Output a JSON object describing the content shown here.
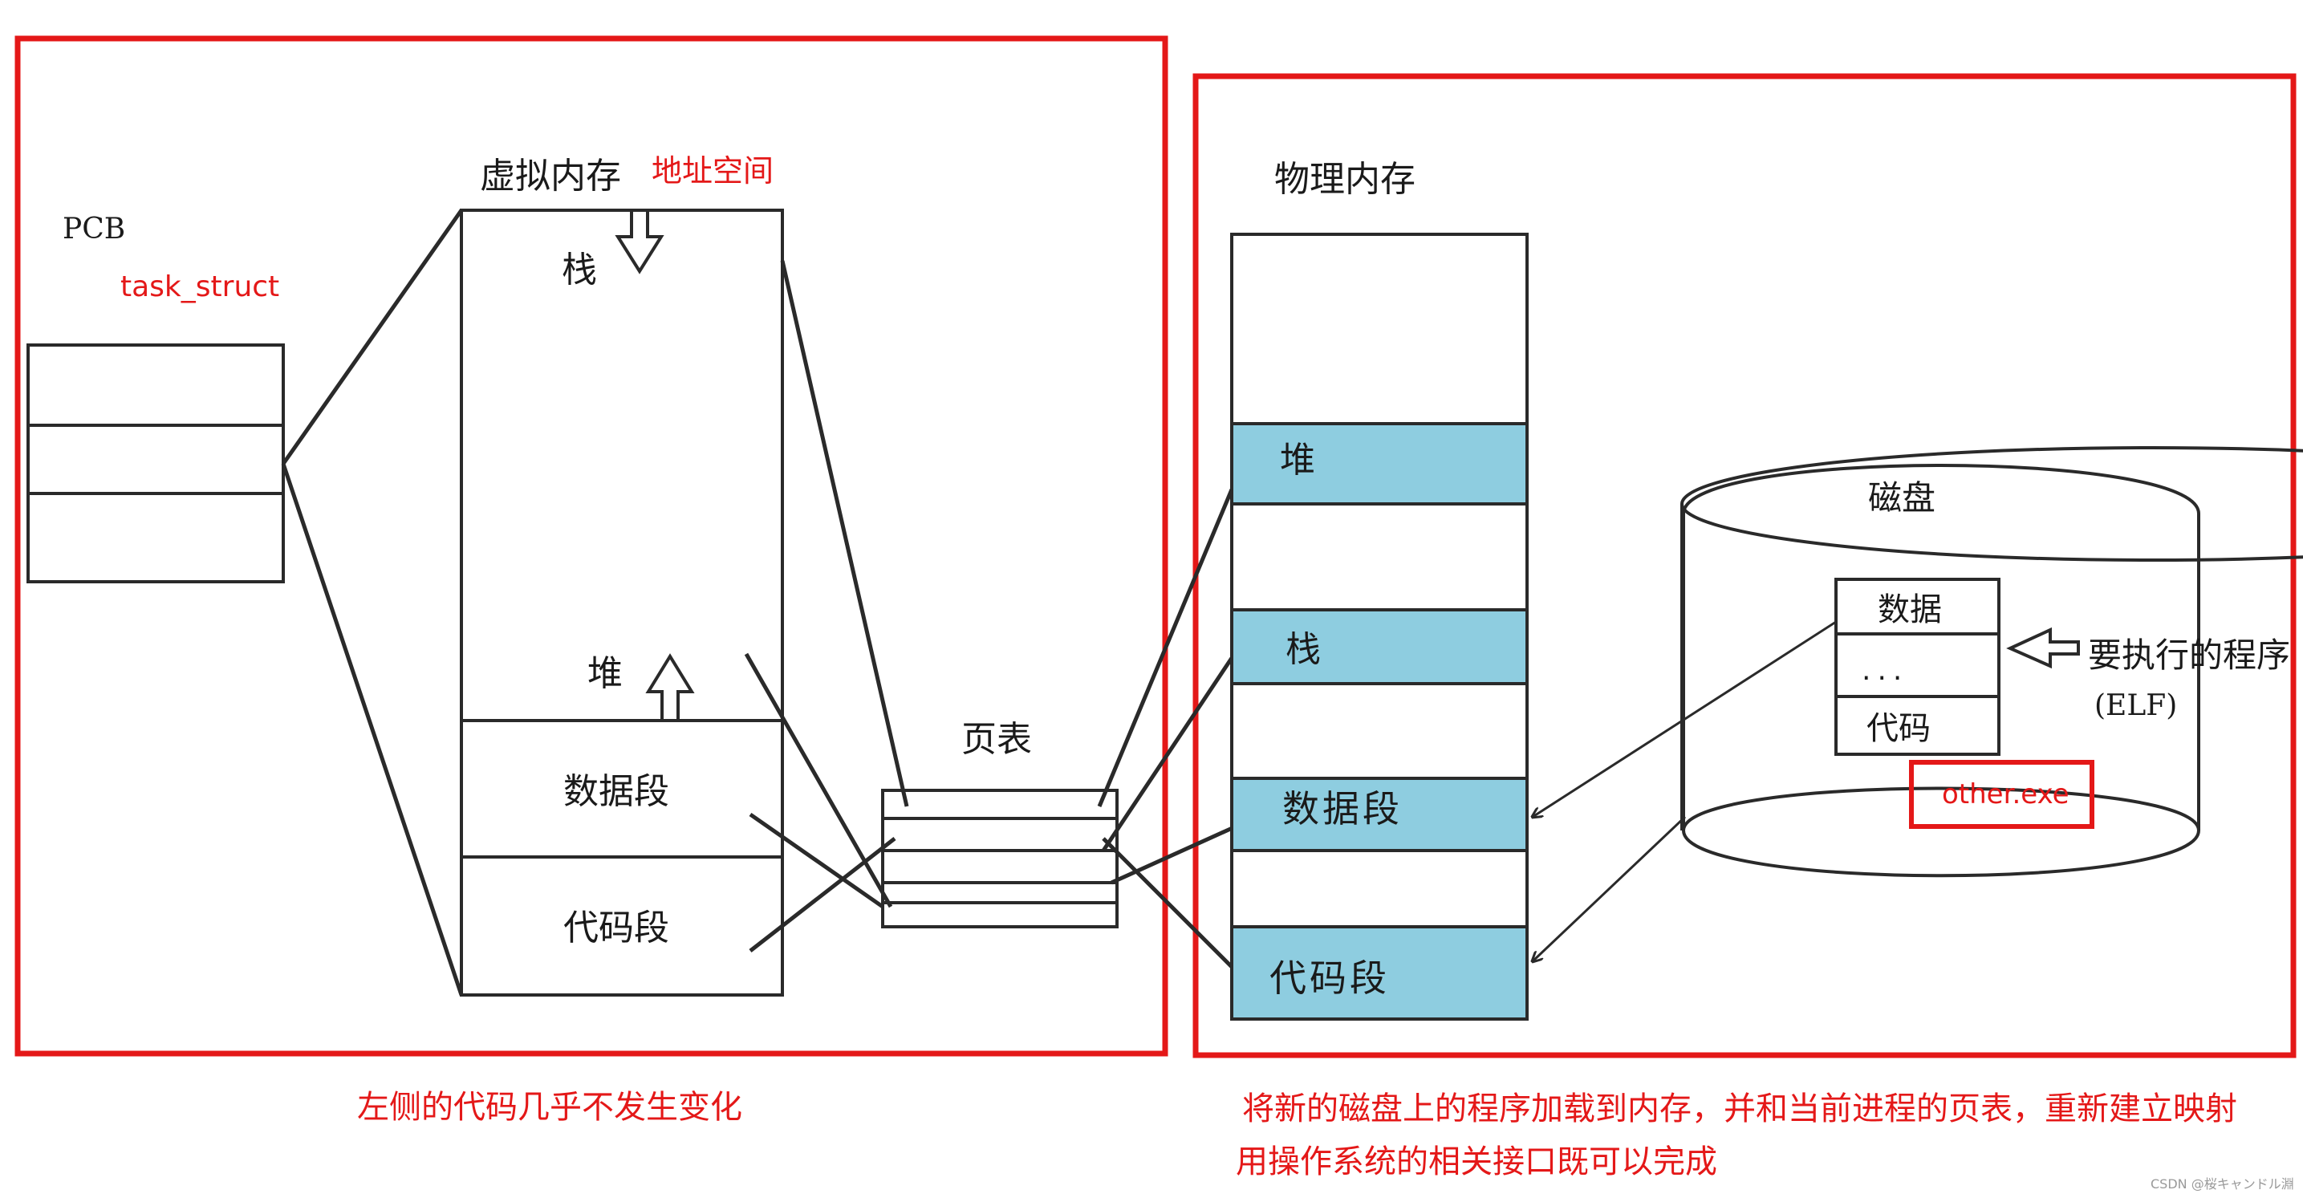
{
  "left_panel": {
    "pcb_label": "PCB",
    "task_struct_label": "task_struct",
    "virtual_memory_title": "虚拟内存",
    "address_space_label": "地址空间",
    "vm_stack": "栈",
    "vm_heap": "堆",
    "vm_data": "数据段",
    "vm_code": "代码段",
    "page_table_label": "页表",
    "caption": "左侧的代码几乎不发生变化"
  },
  "right_panel": {
    "physical_memory_title": "物理内存",
    "pm_heap": "堆",
    "pm_stack": "栈",
    "pm_data": "数据段",
    "pm_code": "代码段",
    "disk_label": "磁盘",
    "file_data": "数据",
    "file_dots": "...",
    "file_code": "代码",
    "program_label": "要执行的程序",
    "elf_label": "(ELF)",
    "exe_label": "other.exe",
    "caption_line1": "将新的磁盘上的程序加载到内存，并和当前进程的页表，重新建立映射",
    "caption_line2": "用操作系统的相关接口既可以完成"
  },
  "watermark": "CSDN @桜キャンドル淵",
  "colors": {
    "highlight_red": "#e41818",
    "segment_blue": "#8ecde0",
    "line_black": "#2a2a2a"
  }
}
